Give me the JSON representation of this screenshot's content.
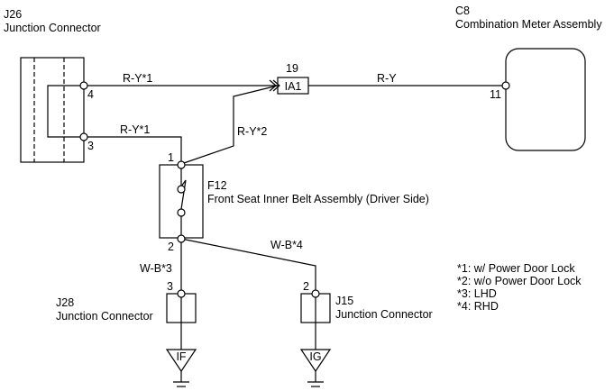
{
  "components": {
    "j26": {
      "id": "J26",
      "name": "Junction Connector",
      "pins": [
        "4",
        "3"
      ]
    },
    "c8": {
      "id": "C8",
      "name": "Combination Meter Assembly",
      "pins": [
        "11"
      ]
    },
    "ia1": {
      "id": "IA1",
      "pin": "19"
    },
    "f12": {
      "id": "F12",
      "name": "Front Seat Inner Belt Assembly (Driver Side)",
      "pins": [
        "1",
        "2"
      ]
    },
    "j28": {
      "id": "J28",
      "name": "Junction Connector",
      "pin": "3",
      "ground": "IF"
    },
    "j15": {
      "id": "J15",
      "name": "Junction Connector",
      "pin": "2",
      "ground": "IG"
    }
  },
  "wires": {
    "j26_4_to_ia1": "R-Y*1",
    "j26_3_to_f12": "R-Y*1",
    "ia1_to_c8": "R-Y",
    "f12_to_ia1": "R-Y*2",
    "f12_to_j28": "W-B*3",
    "f12_to_j15": "W-B*4"
  },
  "notes": [
    "*1: w/ Power Door Lock",
    "*2: w/o Power Door Lock",
    "*3: LHD",
    "*4: RHD"
  ]
}
